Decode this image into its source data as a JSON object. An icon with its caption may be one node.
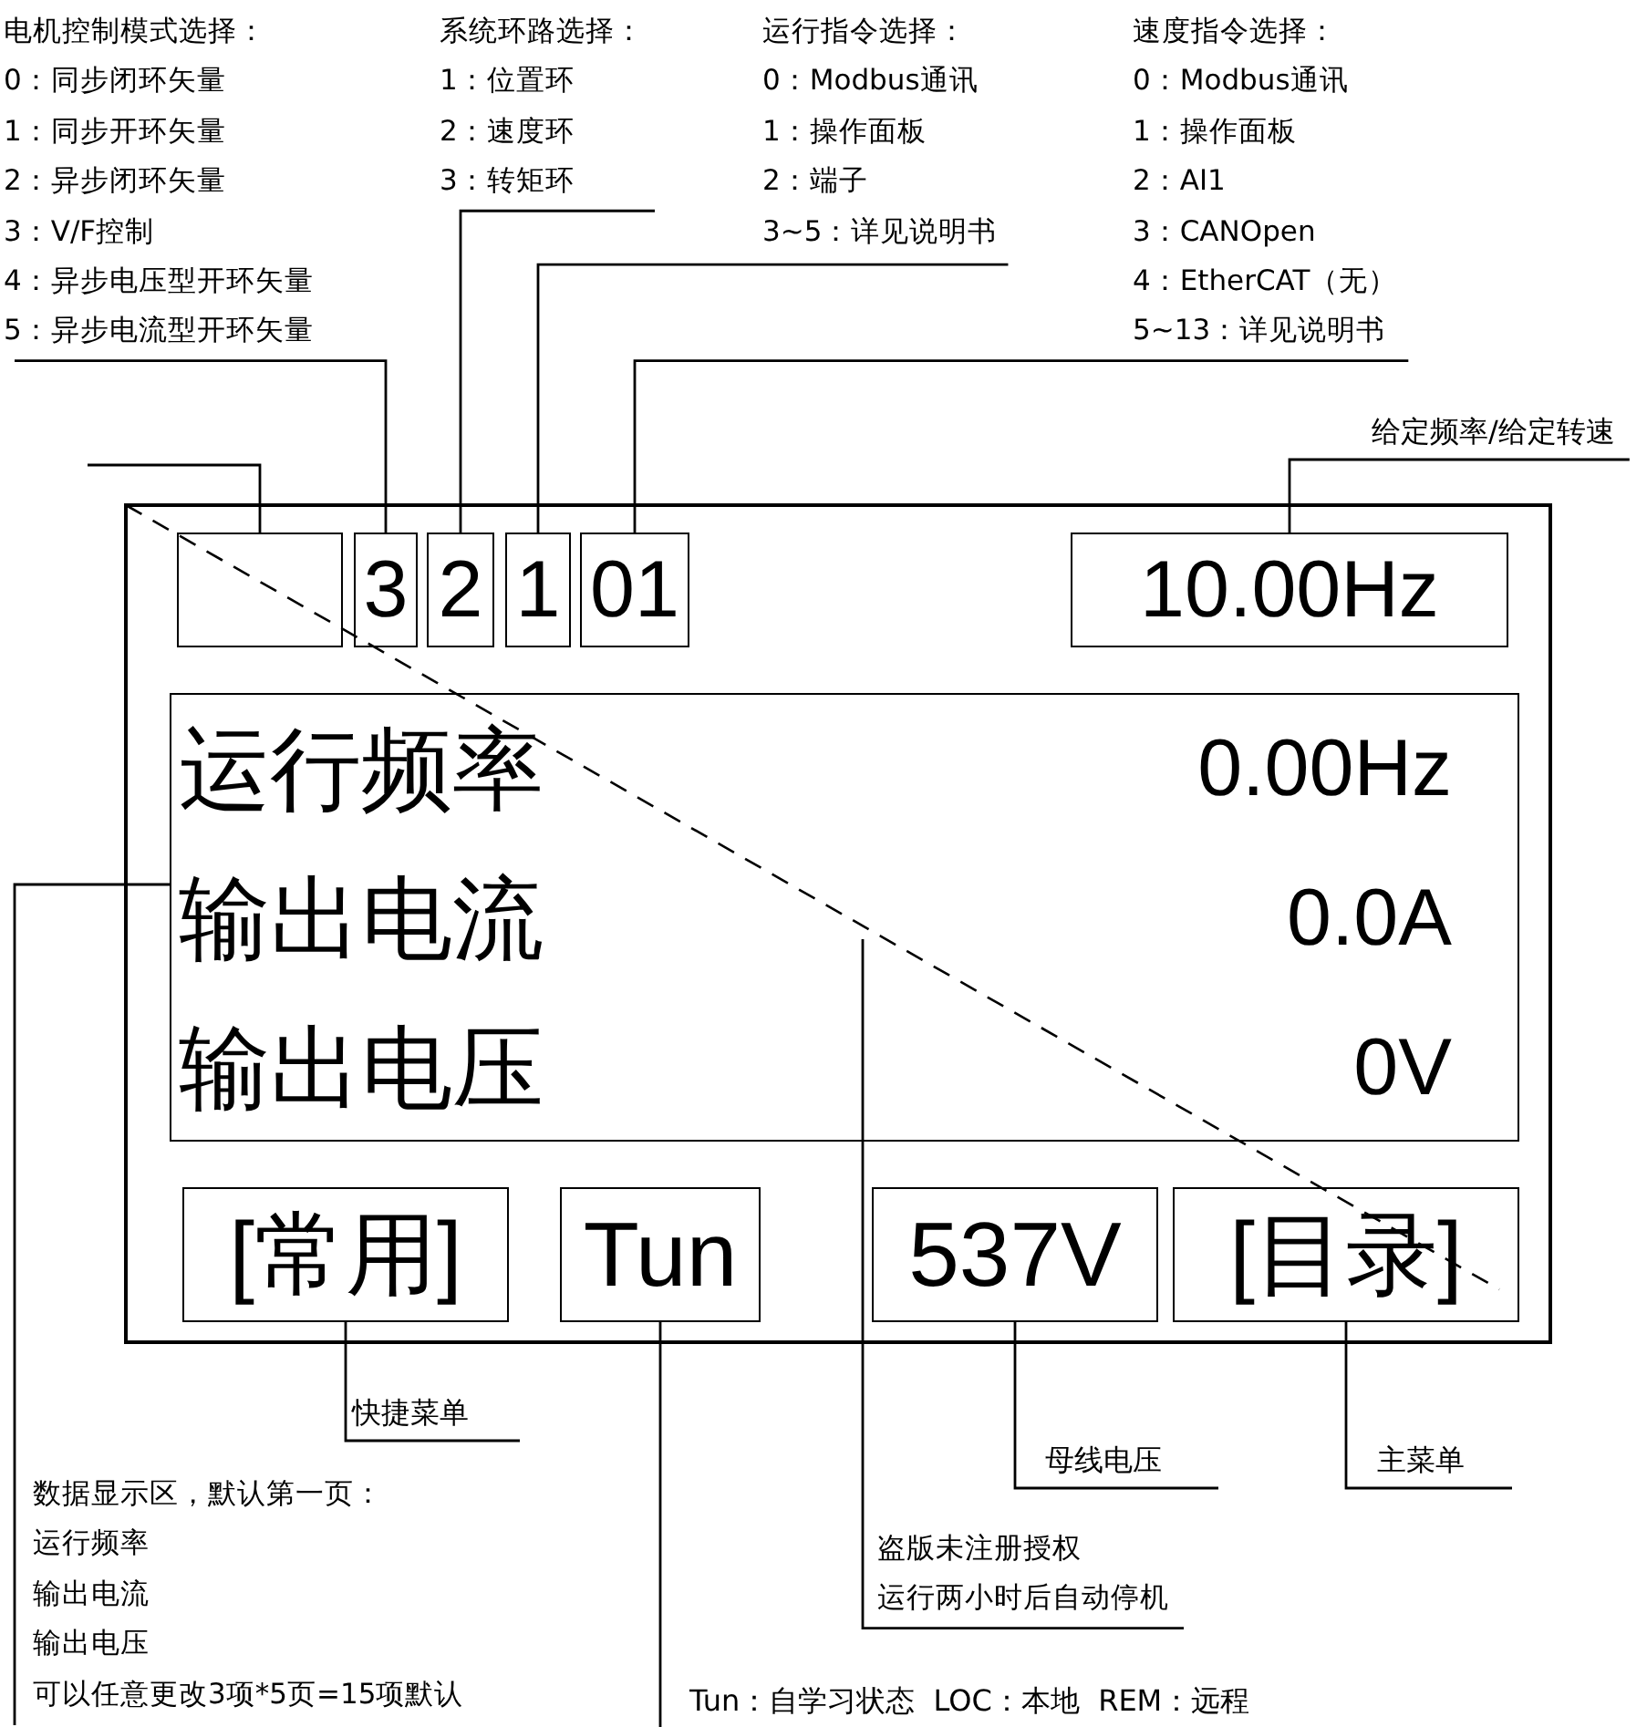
{
  "diagram": {
    "nodes": [
      {
        "text": [
          "电机控制模式选择：",
          "0：同步闭环矢量",
          "1：同步开环矢量",
          "2：异步闭环矢量",
          "3：V/F控制",
          "4：异步电压型开环矢量",
          "5：异步电流型开环矢量"
        ]
      },
      {
        "text": [
          "系统环路选择：",
          "1：位置环",
          "2：速度环",
          "3：转矩环"
        ]
      },
      {
        "text": [
          "运行指令选择：",
          "0：Modbus通讯",
          "1：操作面板",
          "2：端子",
          "3~5：详见说明书"
        ]
      },
      {
        "text": [
          "速度指令选择：",
          "0：Modbus通讯",
          "1：操作面板",
          "2：AI1",
          "3：CANOpen",
          "4：EtherCAT（无）",
          "5~13：详见说明书"
        ]
      },
      {
        "text": [
          "给定频率/给定转速"
        ]
      },
      {
        "text": [],
        "shape": "box"
      },
      {
        "text": [],
        "shape": "box",
        "in": 5
      },
      {
        "text": [
          "3"
        ],
        "in": 5
      },
      {
        "text": [
          "2"
        ],
        "in": 5
      },
      {
        "text": [
          "1"
        ],
        "in": 5
      },
      {
        "text": [
          "01"
        ],
        "in": 5
      },
      {
        "text": [
          "10.00Hz"
        ],
        "in": 5
      },
      {
        "text": [
          "运行频率",
          "0.00Hz",
          "输出电流",
          "0.0A",
          "输出电压",
          "0V"
        ],
        "in": 5
      },
      {
        "text": [
          "[常用]"
        ],
        "in": 5
      },
      {
        "text": [
          "Tun"
        ],
        "in": 5
      },
      {
        "text": [
          "537V"
        ],
        "in": 5
      },
      {
        "text": [
          "[目录]"
        ],
        "in": 5
      },
      {
        "text": [
          "快捷菜单"
        ]
      },
      {
        "text": [
          "母线电压"
        ]
      },
      {
        "text": [
          "主菜单"
        ]
      },
      {
        "text": [
          "数据显示区，默认第一页：",
          "运行频率",
          "输出电流",
          "输出电压",
          "可以任意更改3项*5页=15项默认"
        ]
      },
      {
        "text": [
          "盗版未注册授权",
          "运行两小时后自动停机"
        ]
      },
      {
        "text": [
          "Tun：自学习状态  LOC：本地  REM：远程"
        ]
      }
    ],
    "edges": [
      {
        "from": 0,
        "to": 7,
        "arrow": "none"
      },
      {
        "from": 1,
        "to": 8,
        "arrow": "none"
      },
      {
        "from": 2,
        "to": 9,
        "arrow": "none"
      },
      {
        "from": 3,
        "to": 10,
        "arrow": "none"
      },
      {
        "from": null,
        "to": 6,
        "arrow": "none"
      },
      {
        "from": 4,
        "to": 11,
        "arrow": "none"
      },
      {
        "from": 17,
        "to": 13,
        "arrow": "none"
      },
      {
        "from": 18,
        "to": 15,
        "arrow": "none"
      },
      {
        "from": 19,
        "to": 16,
        "arrow": "none"
      },
      {
        "from": 20,
        "to": 12,
        "arrow": "none"
      },
      {
        "from": 21,
        "to": 12,
        "arrow": "none"
      },
      {
        "from": 22,
        "to": 14,
        "arrow": "none"
      }
    ]
  }
}
